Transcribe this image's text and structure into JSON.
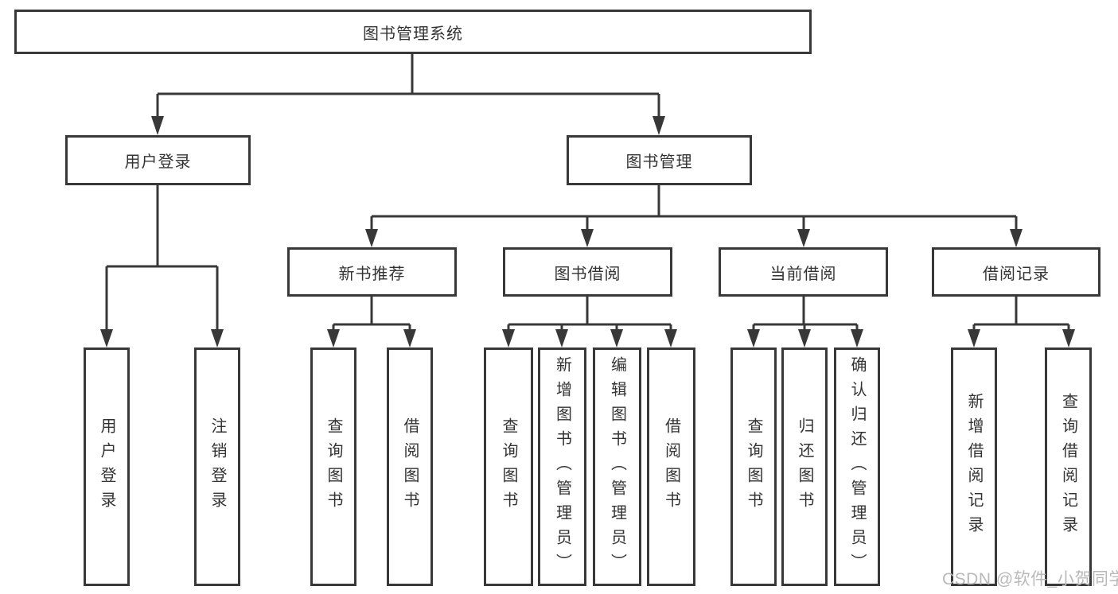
{
  "tree": {
    "label": "图书管理系统",
    "children": [
      {
        "label": "用户登录",
        "children": [
          {
            "label": "用户登录"
          },
          {
            "label": "注销登录"
          }
        ]
      },
      {
        "label": "图书管理",
        "children": [
          {
            "label": "新书推荐",
            "children": [
              {
                "label": "查询图书"
              },
              {
                "label": "借阅图书"
              }
            ]
          },
          {
            "label": "图书借阅",
            "children": [
              {
                "label": "查询图书"
              },
              {
                "label": "新增图书（管理员）"
              },
              {
                "label": "编辑图书（管理员）"
              },
              {
                "label": "借阅图书"
              }
            ]
          },
          {
            "label": "当前借阅",
            "children": [
              {
                "label": "查询图书"
              },
              {
                "label": "归还图书"
              },
              {
                "label": "确认归还（管理员）"
              }
            ]
          },
          {
            "label": "借阅记录",
            "children": [
              {
                "label": "新增借阅记录"
              },
              {
                "label": "查询借阅记录"
              }
            ]
          }
        ]
      }
    ]
  },
  "watermark": {
    "text": "CSDN @软件_小贺同学"
  },
  "colors": {
    "line": "#383838",
    "box_border": "#383838",
    "box_background": "#ffffff",
    "text": "#333333",
    "watermark": "#b9b9b9"
  }
}
